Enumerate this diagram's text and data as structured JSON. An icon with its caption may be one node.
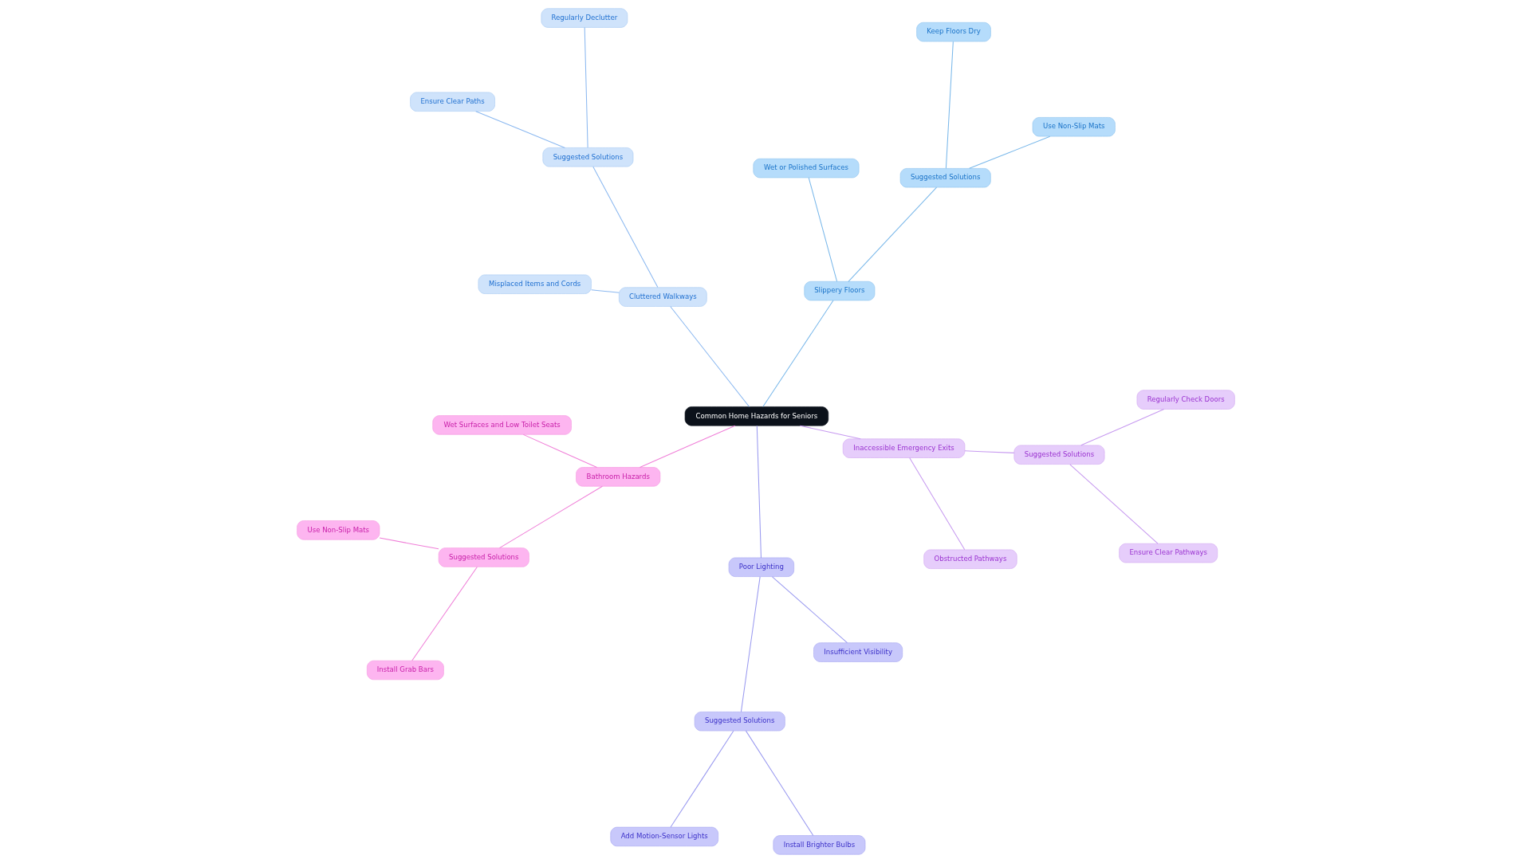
{
  "diagram": {
    "nodes": [
      {
        "text": [
          "Common Home Hazards for Seniors"
        ]
      },
      {
        "text": [
          "Cluttered Walkways"
        ]
      },
      {
        "text": [
          "Misplaced Items and Cords"
        ]
      },
      {
        "text": [
          "Suggested Solutions"
        ]
      },
      {
        "text": [
          "Regularly Declutter"
        ]
      },
      {
        "text": [
          "Ensure Clear Paths"
        ]
      },
      {
        "text": [
          "Poor Lighting"
        ]
      },
      {
        "text": [
          "Insufficient Visibility"
        ]
      },
      {
        "text": [
          "Suggested Solutions"
        ]
      },
      {
        "text": [
          "Install Brighter Bulbs"
        ]
      },
      {
        "text": [
          "Add Motion-Sensor Lights"
        ]
      },
      {
        "text": [
          "Inaccessible Emergency Exits"
        ]
      },
      {
        "text": [
          "Obstructed Pathways"
        ]
      },
      {
        "text": [
          "Suggested Solutions"
        ]
      },
      {
        "text": [
          "Regularly Check Doors"
        ]
      },
      {
        "text": [
          "Ensure Clear Pathways"
        ]
      },
      {
        "text": [
          "Bathroom Hazards"
        ]
      },
      {
        "text": [
          "Wet Surfaces and Low Toilet Seats"
        ]
      },
      {
        "text": [
          "Suggested Solutions"
        ]
      },
      {
        "text": [
          "Use Non-Slip Mats"
        ]
      },
      {
        "text": [
          "Install Grab Bars"
        ]
      },
      {
        "text": [
          "Slippery Floors"
        ]
      },
      {
        "text": [
          "Wet or Polished Surfaces"
        ]
      },
      {
        "text": [
          "Suggested Solutions"
        ]
      },
      {
        "text": [
          "Keep Floors Dry"
        ]
      },
      {
        "text": [
          "Use Non-Slip Mats"
        ]
      }
    ],
    "edges": [
      {
        "from": 0,
        "to": 1,
        "arrow": "none",
        "color": "#8bb8f0"
      },
      {
        "from": 1,
        "to": 2,
        "arrow": "none",
        "color": "#8bb8f0"
      },
      {
        "from": 1,
        "to": 3,
        "arrow": "none",
        "color": "#8bb8f0"
      },
      {
        "from": 3,
        "to": 4,
        "arrow": "none",
        "color": "#8bb8f0"
      },
      {
        "from": 3,
        "to": 5,
        "arrow": "none",
        "color": "#8bb8f0"
      },
      {
        "from": 0,
        "to": 6,
        "arrow": "none",
        "color": "#9a9af0"
      },
      {
        "from": 6,
        "to": 7,
        "arrow": "none",
        "color": "#9a9af0"
      },
      {
        "from": 6,
        "to": 8,
        "arrow": "none",
        "color": "#9a9af0"
      },
      {
        "from": 8,
        "to": 9,
        "arrow": "none",
        "color": "#9a9af0"
      },
      {
        "from": 8,
        "to": 10,
        "arrow": "none",
        "color": "#9a9af0"
      },
      {
        "from": 0,
        "to": 11,
        "arrow": "none",
        "color": "#c79af0"
      },
      {
        "from": 11,
        "to": 12,
        "arrow": "none",
        "color": "#c79af0"
      },
      {
        "from": 11,
        "to": 13,
        "arrow": "none",
        "color": "#c79af0"
      },
      {
        "from": 13,
        "to": 14,
        "arrow": "none",
        "color": "#c79af0"
      },
      {
        "from": 13,
        "to": 15,
        "arrow": "none",
        "color": "#c79af0"
      },
      {
        "from": 0,
        "to": 16,
        "arrow": "none",
        "color": "#f07fd8"
      },
      {
        "from": 16,
        "to": 17,
        "arrow": "none",
        "color": "#f07fd8"
      },
      {
        "from": 16,
        "to": 18,
        "arrow": "none",
        "color": "#f07fd8"
      },
      {
        "from": 18,
        "to": 19,
        "arrow": "none",
        "color": "#f07fd8"
      },
      {
        "from": 18,
        "to": 20,
        "arrow": "none",
        "color": "#f07fd8"
      },
      {
        "from": 0,
        "to": 21,
        "arrow": "none",
        "color": "#7ab8ea"
      },
      {
        "from": 21,
        "to": 22,
        "arrow": "none",
        "color": "#7ab8ea"
      },
      {
        "from": 21,
        "to": 23,
        "arrow": "none",
        "color": "#7ab8ea"
      },
      {
        "from": 23,
        "to": 24,
        "arrow": "none",
        "color": "#7ab8ea"
      },
      {
        "from": 23,
        "to": 25,
        "arrow": "none",
        "color": "#7ab8ea"
      }
    ]
  }
}
